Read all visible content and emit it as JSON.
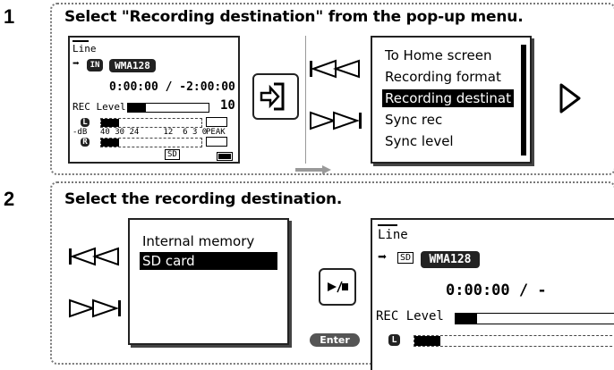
{
  "step1": {
    "number": "1",
    "heading": "Select \"Recording destination\" from the pop-up menu.",
    "screen": {
      "input_label": "Line",
      "source_badge": "IN",
      "format_badge": "WMA128",
      "time": "0:00:00 / -2:00:00",
      "rec_level_label": "REC Level",
      "rec_level_value": "10",
      "meter_db_label": "-dB",
      "meter_scale": "40 30 24     12  6 3 0",
      "peak_label": "PEAK",
      "channel_l": "L",
      "channel_r": "R",
      "media_label": "SD"
    },
    "menu_items": [
      "To Home screen",
      "Recording format",
      "Recording destinat",
      "Sync rec",
      "Sync level"
    ],
    "selected_index": 2
  },
  "step2": {
    "number": "2",
    "heading": "Select the recording destination.",
    "menu_items": [
      "Internal memory",
      "SD card"
    ],
    "selected_index": 1,
    "enter_label": "Enter",
    "screen": {
      "input_label": "Line",
      "source_badge": "SD",
      "format_badge": "WMA128",
      "time": "0:00:00 / -",
      "rec_level_label": "REC Level",
      "channel_l": "L"
    }
  }
}
